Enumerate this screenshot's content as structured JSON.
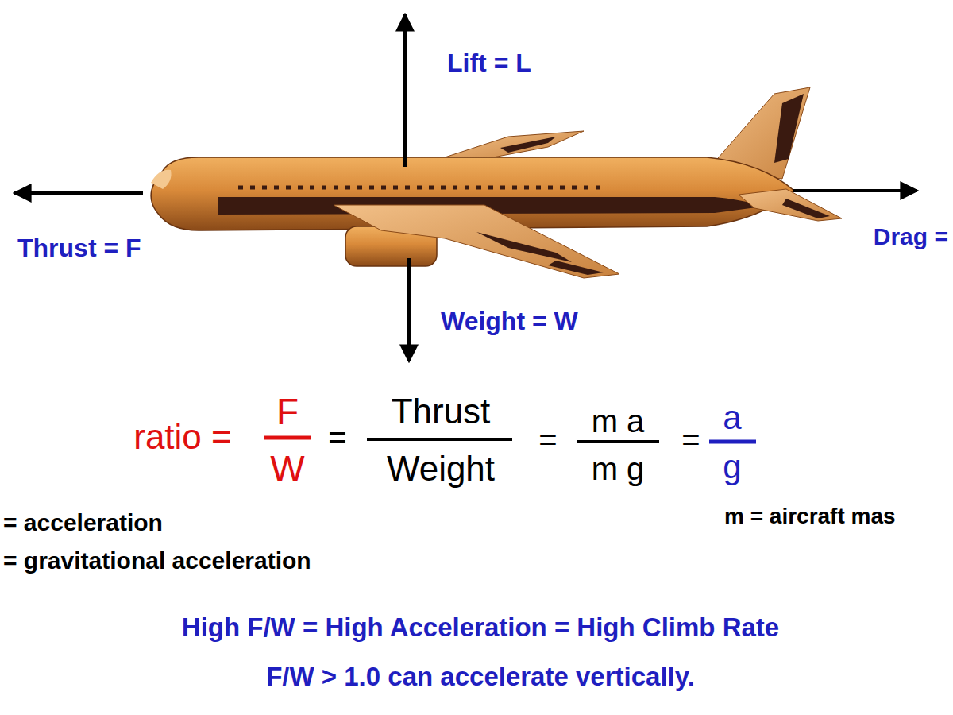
{
  "diagram": {
    "labels": [
      "Lift = L",
      "Thrust = F",
      "Drag =",
      "Weight = W",
      "ratio =",
      "F",
      "W",
      "=",
      "Thrust",
      "Weight",
      "=",
      "m a",
      "m g",
      "=",
      "a",
      "g",
      "= acceleration",
      "= gravitational acceleration",
      "m = aircraft mas",
      "High F/W = High Acceleration = High Climb Rate",
      "F/W > 1.0 can accelerate vertically."
    ]
  }
}
